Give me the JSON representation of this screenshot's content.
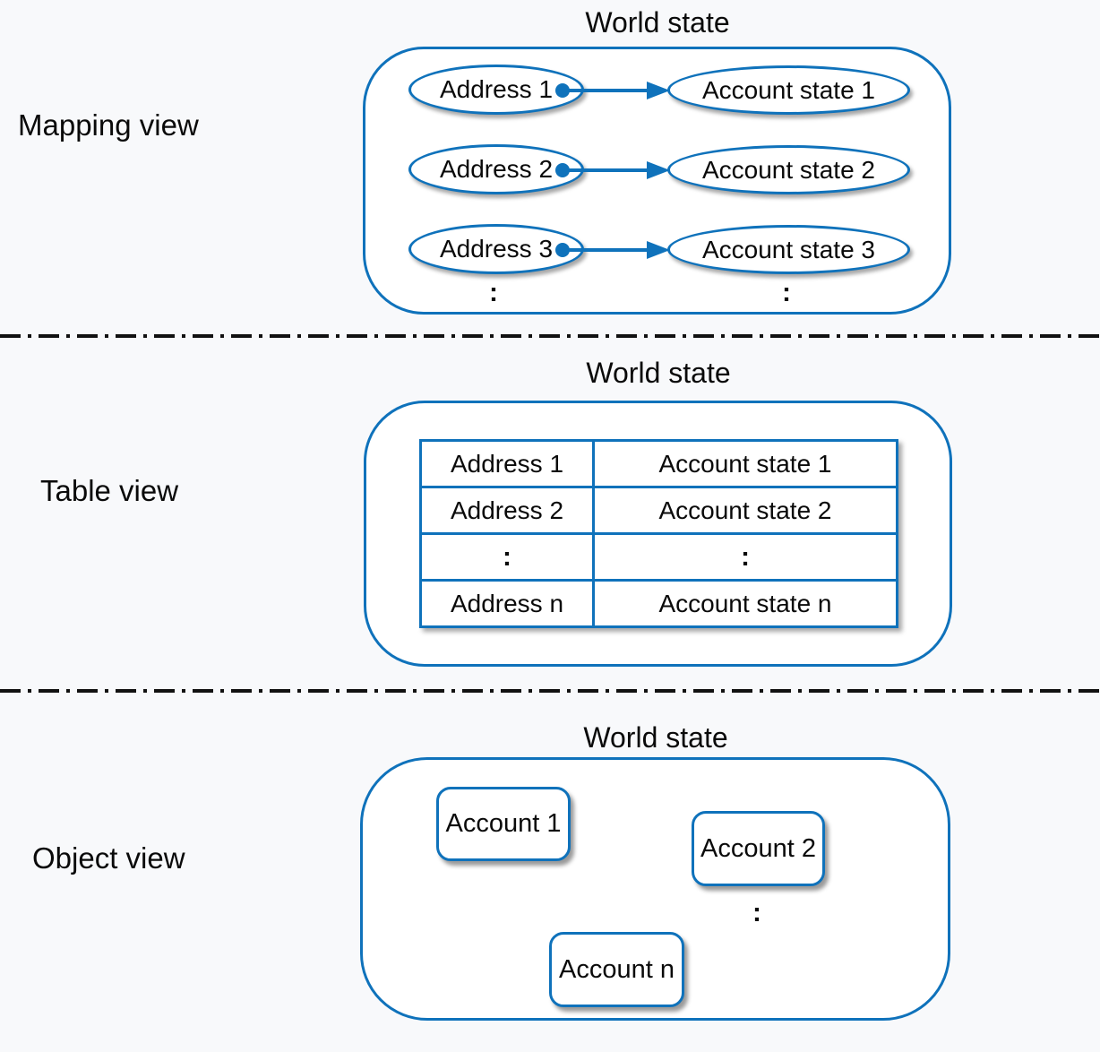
{
  "colors": {
    "line_blue": "#0f72bb",
    "text": "#0a0a0a",
    "background": "#f8f9fb"
  },
  "sections": {
    "mapping": {
      "label": "Mapping view",
      "title": "World state",
      "rows": [
        {
          "address": "Address 1",
          "account": "Account state 1"
        },
        {
          "address": "Address 2",
          "account": "Account state 2"
        },
        {
          "address": "Address 3",
          "account": "Account state 3"
        }
      ],
      "ellipsis": ":"
    },
    "table": {
      "label": "Table view",
      "title": "World state",
      "rows": [
        [
          "Address 1",
          "Account state 1"
        ],
        [
          "Address 2",
          "Account state 2"
        ],
        [
          ":",
          ":"
        ],
        [
          "Address n",
          "Account state n"
        ]
      ]
    },
    "object": {
      "label": "Object view",
      "title": "World state",
      "accounts": [
        "Account 1",
        "Account 2",
        "Account n"
      ],
      "ellipsis": ":"
    }
  }
}
